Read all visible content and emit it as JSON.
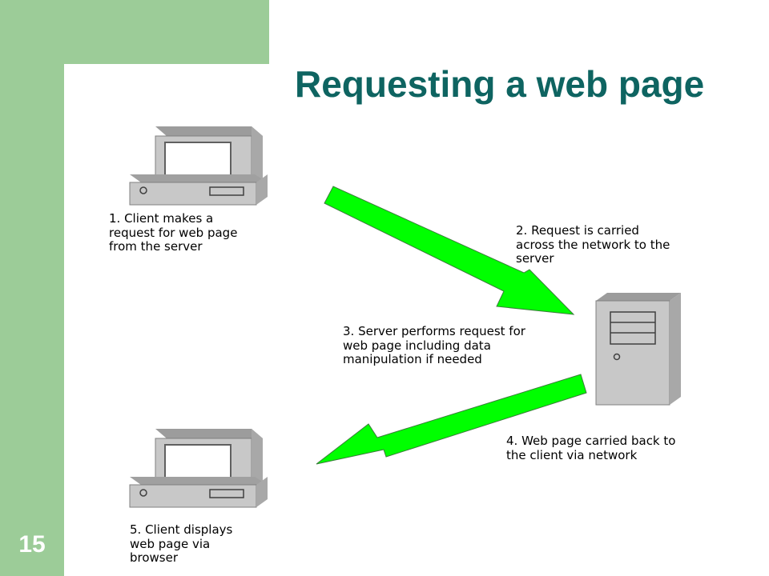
{
  "slide": {
    "number": "15",
    "title": "Requesting a web page",
    "colors": {
      "band": "#9ccc98",
      "title": "#0e6461",
      "arrow": "#00ff00",
      "device": "#c0c0c0"
    }
  },
  "diagram": {
    "nodes": [
      {
        "id": "client-top",
        "kind": "client computer",
        "icon": "desktop-computer-icon"
      },
      {
        "id": "server",
        "kind": "server",
        "icon": "server-tower-icon"
      },
      {
        "id": "client-bottom",
        "kind": "client computer",
        "icon": "desktop-computer-icon"
      }
    ],
    "edges": [
      {
        "from": "client-top",
        "to": "server",
        "style": "green-arrow"
      },
      {
        "from": "server",
        "to": "client-bottom",
        "style": "green-arrow"
      }
    ],
    "steps": [
      {
        "text": "1.  Client makes a\nrequest for web page\nfrom the server"
      },
      {
        "text": "2.  Request is carried\nacross the network to the\nserver"
      },
      {
        "text": "3.  Server performs request for\nweb page including data\nmanipulation if needed"
      },
      {
        "text": "4.  Web page carried back to\nthe client via network"
      },
      {
        "text": "5.  Client displays\nweb page via\nbrowser"
      }
    ]
  }
}
